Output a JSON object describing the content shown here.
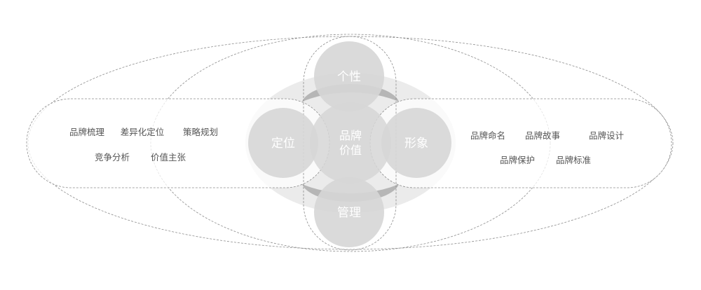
{
  "diagram": {
    "center": {
      "line1": "品牌",
      "line2": "价值"
    },
    "nodes": {
      "top": "个性",
      "left": "定位",
      "right": "形象",
      "bottom": "管理"
    },
    "left_items": {
      "row1": [
        "品牌梳理",
        "差异化定位",
        "策略规划"
      ],
      "row2": [
        "竞争分析",
        "价值主张"
      ]
    },
    "right_items": {
      "row1": [
        "品牌命名",
        "品牌故事",
        "品牌设计"
      ],
      "row2": [
        "品牌保护",
        "品牌标准"
      ]
    },
    "colors": {
      "node_fill": "#d6d6d6",
      "ring_fill": "#ebebeb",
      "ring_shadow": "#b4b4b4",
      "dash": "#8c8c8c",
      "item_text": "#555555"
    }
  }
}
